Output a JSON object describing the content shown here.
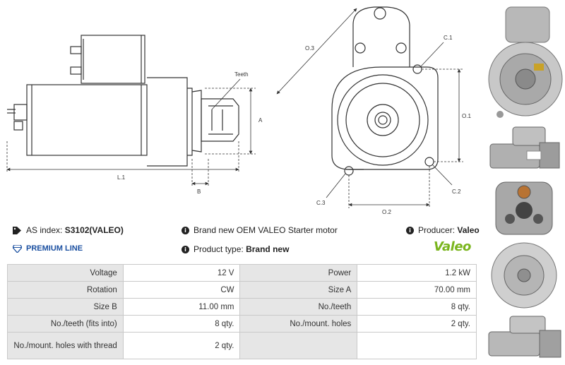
{
  "drawing": {
    "labels": {
      "teeth": "Teeth",
      "a": "A",
      "b": "B",
      "l1": "L.1",
      "o1": "O.1",
      "o2": "O.2",
      "o3": "O.3",
      "c1": "C.1",
      "c2": "C.2",
      "c3": "C.3"
    }
  },
  "info": {
    "as_index_label": "AS index:",
    "as_index_value": "S3102(VALEO)",
    "description": "Brand new OEM VALEO Starter motor",
    "producer_label": "Producer:",
    "producer_value": "Valeo",
    "premium_line": "PREMIUM LINE",
    "product_type_label": "Product type:",
    "product_type_value": "Brand new",
    "logo_text": "Valeo"
  },
  "specs": [
    {
      "l1": "Voltage",
      "v1": "12 V",
      "l2": "Power",
      "v2": "1.2 kW"
    },
    {
      "l1": "Rotation",
      "v1": "CW",
      "l2": "Size A",
      "v2": "70.00 mm"
    },
    {
      "l1": "Size B",
      "v1": "11.00 mm",
      "l2": "No./teeth",
      "v2": "8 qty."
    },
    {
      "l1": "No./teeth (fits into)",
      "v1": "8 qty.",
      "l2": "No./mount. holes",
      "v2": "2 qty."
    },
    {
      "l1": "No./mount. holes with thread",
      "v1": "2 qty.",
      "l2": "",
      "v2": ""
    }
  ],
  "colors": {
    "premium": "#1a4fa0",
    "logo": "#7ab51d",
    "label_bg": "#e6e6e6"
  }
}
